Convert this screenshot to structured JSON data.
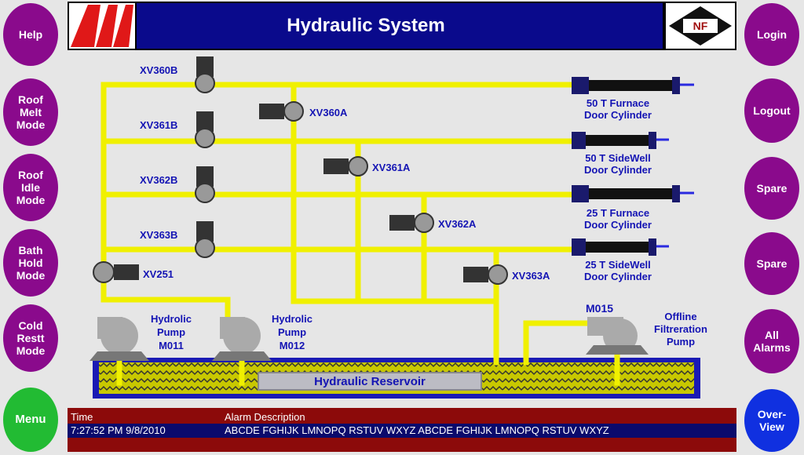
{
  "header": {
    "title": "Hydraulic System"
  },
  "left_buttons": [
    {
      "label": "Help"
    },
    {
      "label": "Roof\nMelt\nMode"
    },
    {
      "label": "Roof\nIdle\nMode"
    },
    {
      "label": "Bath\nHold\nMode"
    },
    {
      "label": "Cold\nRestt\nMode"
    },
    {
      "label": "Menu"
    }
  ],
  "right_buttons": [
    {
      "label": "Login"
    },
    {
      "label": "Logout"
    },
    {
      "label": "Spare"
    },
    {
      "label": "Spare"
    },
    {
      "label": "All\nAlarms"
    },
    {
      "label": "Over-\nView"
    }
  ],
  "valves": {
    "xv360b": "XV360B",
    "xv360a": "XV360A",
    "xv361b": "XV361B",
    "xv361a": "XV361A",
    "xv362b": "XV362B",
    "xv362a": "XV362A",
    "xv363b": "XV363B",
    "xv363a": "XV363A",
    "xv251": "XV251"
  },
  "cylinders": {
    "c1": "50 T Furnace\nDoor Cylinder",
    "c2": "50 T SideWell\nDoor Cylinder",
    "c3": "25 T Furnace\nDoor Cylinder",
    "c4": "25 T SideWell\nDoor Cylinder"
  },
  "pumps": {
    "m011": "Hydrolic\nPump\nM011",
    "m012": "Hydrolic\nPump\nM012",
    "m015_id": "M015",
    "m015": "Offline\nFiltreration\nPump"
  },
  "reservoir": {
    "label": "Hydraulic Reservoir"
  },
  "alarm": {
    "time_header": "Time",
    "desc_header": "Alarm Description",
    "time_value": "7:27:52 PM 9/8/2010",
    "desc_value": "ABCDE FGHIJK LMNOPQ RSTUV WXYZ ABCDE FGHIJK LMNOPQ RSTUV WXYZ"
  },
  "colors": {
    "pipe": "#f0f000",
    "title_bg": "#0a0a8c",
    "side_button": "#8a0a8c",
    "menu_button": "#22bb33",
    "overview_button": "#1030e0",
    "label_text": "#1414b4",
    "alarm_bg": "#8c0a0a"
  }
}
